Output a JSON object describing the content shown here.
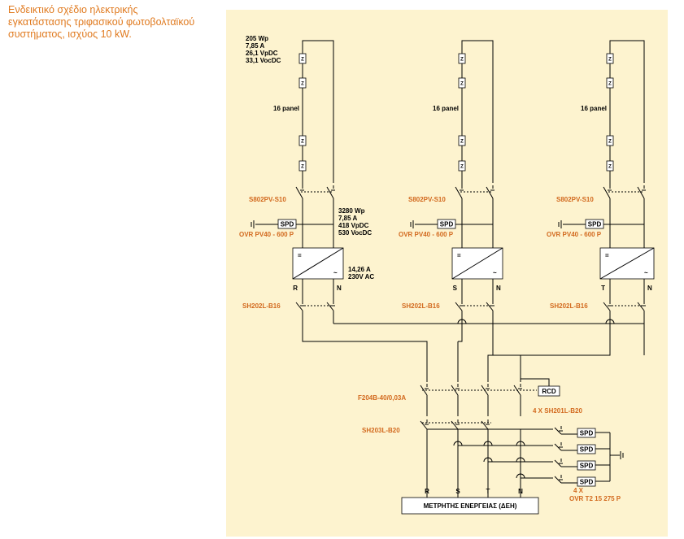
{
  "caption": "Ενδεικτικό σχέδιο ηλεκτρικής εγκατάστασης τριφασικού φωτοβολταϊκού συστήματος, ισχύος 10 kW.",
  "string_specs": [
    "205 Wp",
    "7,85 A",
    "26,1 VpDC",
    "33,1 VocDC"
  ],
  "fuse_label": "Z",
  "panel_count_label": "16 panel",
  "dc_switch_label": "S802PV-S10",
  "spd_label": "SPD",
  "surge_protector_label": "OVR PV40 - 600 P",
  "inverter_input_specs": [
    "3280 Wp",
    "7,85 A",
    "418 VpDC",
    "530 VocDC"
  ],
  "inverter_output_specs": [
    "14,26 A",
    "230V AC"
  ],
  "ac_breaker_label": "SH202L-B16",
  "inverter_phases": [
    "R",
    "S",
    "T"
  ],
  "neutral_label": "N",
  "rcd_breaker_label": "F204B-40/0,03A",
  "rcd_label": "RCD",
  "main_breaker_label": "SH203L-B20",
  "spd_breakers_label": "4 X SH201L-B20",
  "main_phases": [
    "R",
    "S",
    "T",
    "N"
  ],
  "ac_spd_count_label": "4 X",
  "ac_spd_label": "OVR T2 15 275 P",
  "meter_label": "ΜΕΤΡΗΤΗΣ ΕΝΕΡΓΕΙΑΣ (ΔΕΗ)",
  "colors": {
    "accent": "#e07a1f",
    "panel_background": "#fdf3cf",
    "line": "#000000"
  }
}
